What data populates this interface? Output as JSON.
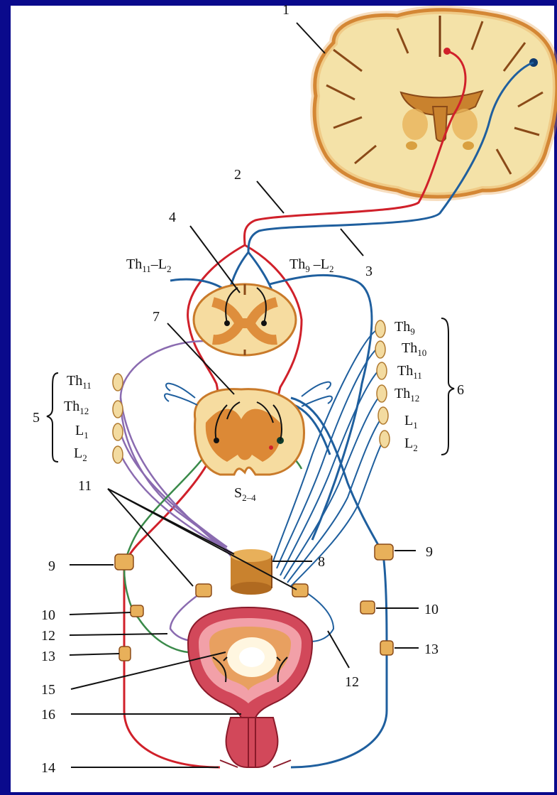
{
  "labels": {
    "n1": "1",
    "n2": "2",
    "n3": "3",
    "n4": "4",
    "n5": "5",
    "n6": "6",
    "n7": "7",
    "n8": "8",
    "n9a": "9",
    "n9b": "9",
    "n10a": "10",
    "n10b": "10",
    "n11": "11",
    "n12a": "12",
    "n12b": "12",
    "n13a": "13",
    "n13b": "13",
    "n14": "14",
    "n15": "15",
    "n16": "16"
  },
  "segments": {
    "left_top": {
      "base": "Th",
      "sub1": "11",
      "dash": "–L",
      "sub2": "2"
    },
    "right_top": {
      "base": "Th",
      "sub1": "9",
      "dash": " –L",
      "sub2": "2"
    },
    "sacral": {
      "base": "S",
      "sub": "2–4"
    },
    "left_group": [
      {
        "base": "Th",
        "sub": "11"
      },
      {
        "base": "Th",
        "sub": "12"
      },
      {
        "base": "L",
        "sub": "1"
      },
      {
        "base": "L",
        "sub": "2"
      }
    ],
    "right_group": [
      {
        "base": "Th",
        "sub": "9"
      },
      {
        "base": "Th",
        "sub": "10"
      },
      {
        "base": "Th",
        "sub": "11"
      },
      {
        "base": "Th",
        "sub": "12"
      },
      {
        "base": "L",
        "sub": "1"
      },
      {
        "base": "L",
        "sub": "2"
      }
    ]
  },
  "colors": {
    "frame": "#0a0a8c",
    "motor_pathway": "#d0202a",
    "sensory_pathway": "#1f5f9e",
    "sympathetic": "#8a6bb0",
    "parasympathetic": "#3a8a4a",
    "tissue": "#f6dca0",
    "grey_matter": "#d9802a",
    "bladder": "#d2485a"
  }
}
